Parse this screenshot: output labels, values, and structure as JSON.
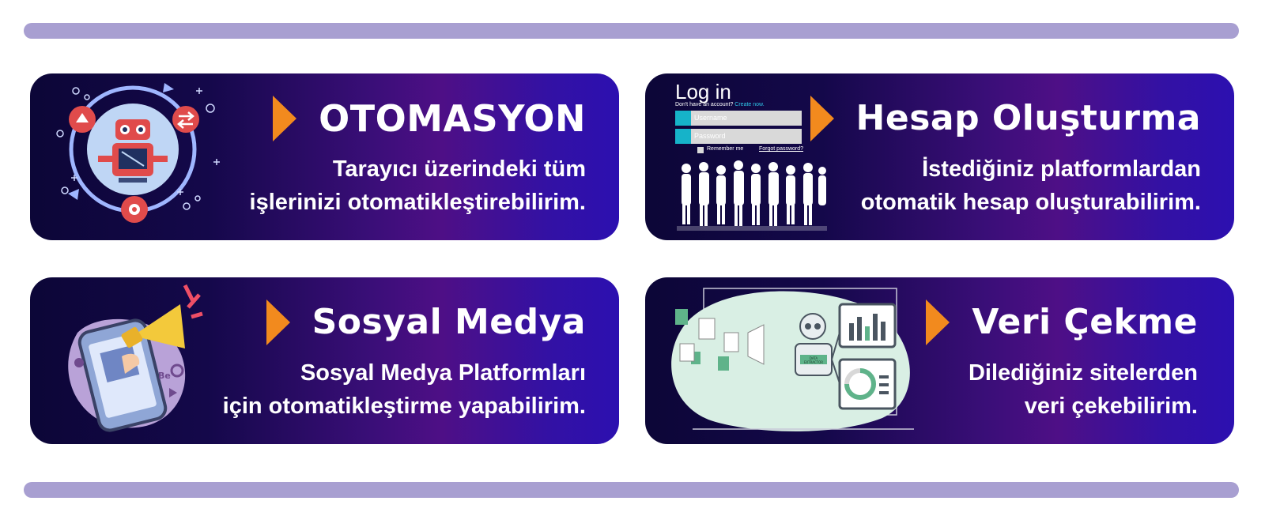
{
  "cards": [
    {
      "title": "OTOMASYON",
      "lines": [
        "Tarayıcı üzerindeki tüm",
        "işlerinizi otomatikleştirebilirim."
      ],
      "icon": "automation-robot-icon"
    },
    {
      "title": "Hesap Oluşturma",
      "lines": [
        "İstediğiniz platformlardan",
        "otomatik hesap oluşturabilirim."
      ],
      "icon": "login-form-illustration",
      "login": {
        "heading": "Log in",
        "signup_prompt": "Don't have an account?",
        "signup_link": "Create now.",
        "username_placeholder": "Username",
        "password_placeholder": "Password",
        "remember": "Remember me",
        "forgot": "Forgot password?"
      }
    },
    {
      "title": "Sosyal Medya",
      "lines": [
        "Sosyal Medya Platformları",
        "için otomatikleştirme yapabilirim."
      ],
      "icon": "megaphone-phone-icon",
      "badge_text": "Be"
    },
    {
      "title": "Veri Çekme",
      "lines": [
        "Dilediğiniz sitelerden",
        "veri çekebilirim."
      ],
      "icon": "data-robot-illustration",
      "robot_label": "DATA EXTRACTOR"
    }
  ],
  "colors": {
    "accent_orange": "#f28a1e",
    "rule": "#a89fd1",
    "card_dark": "#0c0637",
    "card_purple": "#4e0f86",
    "card_blue": "#2c10b0"
  }
}
